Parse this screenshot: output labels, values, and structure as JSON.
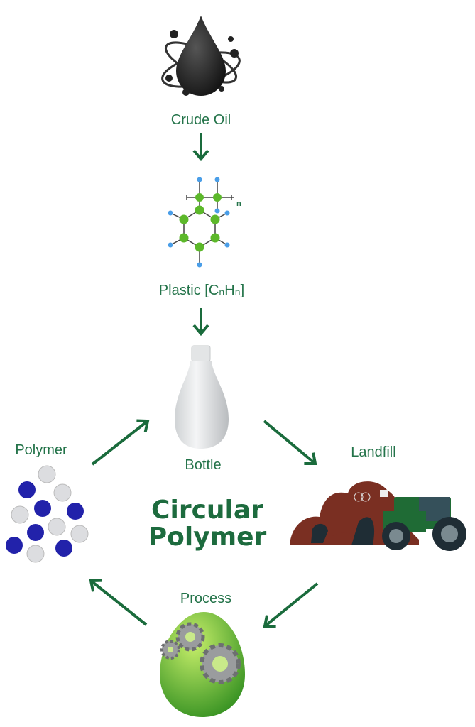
{
  "diagram": {
    "title_line1": "Circular",
    "title_line2": "Polymer",
    "nodes": {
      "crude_oil": "Crude Oil",
      "plastic": "Plastic [CₙHₙ]",
      "bottle": "Bottle",
      "landfill": "Landfill",
      "process": "Process",
      "polymer": "Polymer"
    },
    "molecule_subscript": "n",
    "colors": {
      "text": "#237349",
      "arrow": "#1a6b3c",
      "carbon": "#5cb82a",
      "hydrogen": "#4a9ee8"
    }
  }
}
